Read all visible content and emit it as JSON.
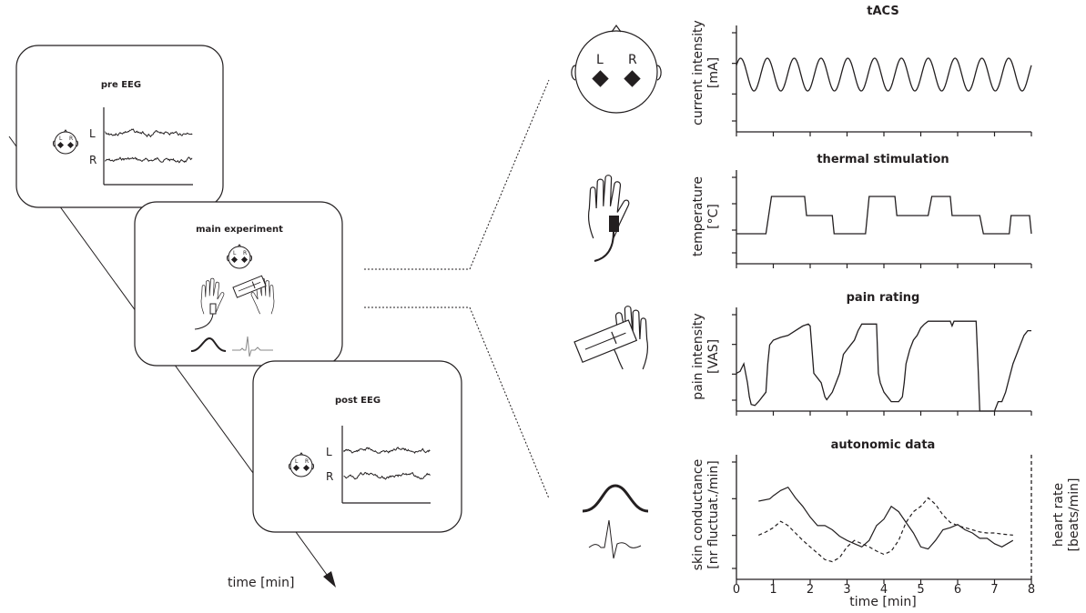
{
  "cards": {
    "pre": {
      "title": "pre EEG",
      "ch_left": "L",
      "ch_right": "R"
    },
    "main": {
      "title": "main experiment"
    },
    "post": {
      "title": "post EEG",
      "ch_left": "L",
      "ch_right": "R"
    }
  },
  "timeline": {
    "label": "time [min]"
  },
  "head_labels": {
    "left": "L",
    "right": "R"
  },
  "panels": [
    {
      "id": "tacs",
      "title": "tACS",
      "ylabel": [
        "current intensity",
        "[mA]"
      ]
    },
    {
      "id": "thermal",
      "title": "thermal stimulation",
      "ylabel": [
        "temperature",
        "[°C]"
      ]
    },
    {
      "id": "pain",
      "title": "pain rating",
      "ylabel": [
        "pain intensity",
        "[VAS]"
      ]
    },
    {
      "id": "autonomic",
      "title": "autonomic data",
      "ylabel": [
        "skin conductance",
        "[nr fluctuat./min]"
      ],
      "ylabel_right": [
        "heart rate",
        "[beats/min]"
      ]
    }
  ],
  "xaxis": {
    "label": "time [min]",
    "ticks": [
      "0",
      "1",
      "2",
      "3",
      "4",
      "5",
      "6",
      "7",
      "8"
    ]
  },
  "chart_data": [
    {
      "type": "line",
      "title": "tACS",
      "xlim": [
        0,
        8
      ],
      "series": [
        {
          "cycles": 11,
          "x_start": 0.0,
          "x_end": 8.0
        }
      ]
    },
    {
      "type": "line",
      "title": "thermal stimulation",
      "xlim": [
        0,
        8
      ],
      "levels": {
        "low": 0,
        "mid": 1,
        "high": 2
      },
      "series": [
        {
          "x": [
            0.0,
            0.8,
            0.95,
            1.85,
            1.9,
            2.6,
            2.65,
            3.5,
            3.6,
            4.3,
            4.35,
            5.2,
            5.3,
            5.8,
            5.85,
            6.6,
            6.7,
            7.4,
            7.45,
            7.95,
            8.0
          ],
          "y": [
            0,
            0,
            2,
            2,
            1,
            1,
            0,
            0,
            2,
            2,
            1,
            1,
            2,
            2,
            1,
            1,
            0,
            0,
            1,
            1,
            0
          ]
        }
      ]
    },
    {
      "type": "line",
      "title": "pain rating",
      "xlim": [
        0,
        8
      ],
      "ylim": [
        0,
        1
      ],
      "series": [
        {
          "x": [
            0.0,
            0.1,
            0.2,
            0.3,
            0.35,
            0.4,
            0.5,
            0.6,
            0.8,
            0.85,
            0.9,
            1.0,
            1.2,
            1.4,
            1.6,
            1.8,
            1.95,
            2.0,
            2.1,
            2.3,
            2.4,
            2.45,
            2.6,
            2.7,
            2.8,
            2.9,
            3.0,
            3.1,
            3.2,
            3.3,
            3.4,
            3.5,
            3.6,
            3.8,
            3.85,
            3.9,
            4.0,
            4.2,
            4.4,
            4.5,
            4.55,
            4.6,
            4.7,
            4.8,
            4.9,
            5.0,
            5.1,
            5.2,
            5.3,
            5.4,
            5.5,
            5.7,
            5.8,
            5.85,
            5.9,
            5.95,
            6.0,
            6.1,
            6.3,
            6.5,
            6.55,
            6.6,
            6.7,
            7.0,
            7.1,
            7.2,
            7.3,
            7.4,
            7.5,
            7.6,
            7.7,
            7.8,
            7.9,
            8.0
          ],
          "y": [
            0.4,
            0.42,
            0.5,
            0.3,
            0.15,
            0.07,
            0.06,
            0.1,
            0.2,
            0.5,
            0.7,
            0.75,
            0.78,
            0.8,
            0.85,
            0.9,
            0.92,
            0.9,
            0.4,
            0.3,
            0.15,
            0.12,
            0.2,
            0.3,
            0.4,
            0.6,
            0.65,
            0.7,
            0.75,
            0.85,
            0.92,
            0.92,
            0.92,
            0.92,
            0.4,
            0.3,
            0.2,
            0.1,
            0.1,
            0.15,
            0.3,
            0.5,
            0.65,
            0.75,
            0.8,
            0.88,
            0.92,
            0.95,
            0.95,
            0.95,
            0.95,
            0.95,
            0.95,
            0.9,
            0.95,
            0.95,
            0.95,
            0.95,
            0.95,
            0.95,
            0.5,
            0.0,
            0.0,
            0.0,
            0.1,
            0.1,
            0.2,
            0.35,
            0.5,
            0.6,
            0.7,
            0.8,
            0.85,
            0.85
          ]
        }
      ]
    },
    {
      "type": "line",
      "title": "autonomic data",
      "xlim": [
        0,
        8
      ],
      "xlabel": "time [min]",
      "xticks": [
        0,
        1,
        2,
        3,
        4,
        5,
        6,
        7,
        8
      ],
      "series": [
        {
          "axis": "left",
          "style": "solid",
          "x": [
            0.6,
            0.9,
            1.0,
            1.2,
            1.4,
            1.6,
            1.8,
            2.0,
            2.2,
            2.4,
            2.6,
            2.8,
            3.0,
            3.2,
            3.4,
            3.6,
            3.8,
            4.0,
            4.2,
            4.4,
            4.6,
            4.8,
            5.0,
            5.2,
            5.4,
            5.6,
            5.8,
            6.0,
            6.2,
            6.4,
            6.6,
            6.8,
            7.0,
            7.2,
            7.5
          ],
          "y": [
            0.65,
            0.67,
            0.7,
            0.75,
            0.78,
            0.68,
            0.6,
            0.5,
            0.42,
            0.42,
            0.38,
            0.32,
            0.28,
            0.25,
            0.22,
            0.28,
            0.42,
            0.48,
            0.6,
            0.55,
            0.45,
            0.35,
            0.22,
            0.2,
            0.28,
            0.38,
            0.4,
            0.43,
            0.38,
            0.35,
            0.3,
            0.3,
            0.25,
            0.22,
            0.28
          ]
        },
        {
          "axis": "right",
          "style": "dashed",
          "x": [
            0.6,
            0.8,
            1.0,
            1.2,
            1.4,
            1.6,
            1.8,
            2.0,
            2.2,
            2.4,
            2.6,
            2.8,
            3.0,
            3.2,
            3.4,
            3.6,
            3.8,
            4.0,
            4.2,
            4.4,
            4.6,
            4.8,
            5.0,
            5.2,
            5.4,
            5.6,
            5.8,
            6.0,
            6.2,
            6.4,
            6.6,
            6.8,
            7.0,
            7.2,
            7.5
          ],
          "y": [
            0.33,
            0.36,
            0.4,
            0.46,
            0.42,
            0.35,
            0.28,
            0.22,
            0.16,
            0.1,
            0.08,
            0.12,
            0.22,
            0.28,
            0.25,
            0.22,
            0.18,
            0.15,
            0.18,
            0.28,
            0.45,
            0.55,
            0.6,
            0.68,
            0.62,
            0.52,
            0.45,
            0.42,
            0.4,
            0.38,
            0.36,
            0.35,
            0.35,
            0.34,
            0.33
          ]
        }
      ]
    }
  ]
}
